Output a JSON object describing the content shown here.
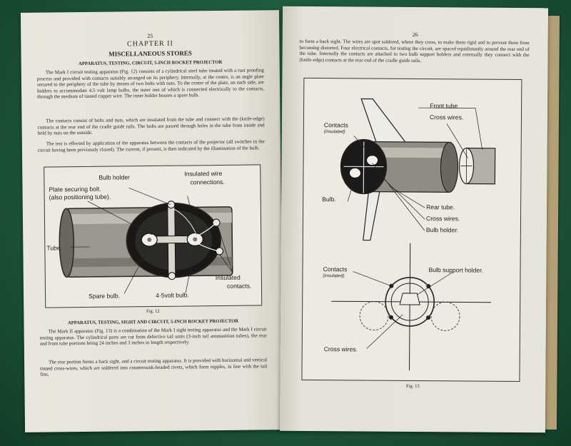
{
  "left_page": {
    "page_number": "25",
    "chapter": "CHAPTER II",
    "heading": "MISCELLANEOUS STORES",
    "subheading1": "APPARATUS, TESTING, CIRCUIT, 5-INCH ROCKET PROJECTOR",
    "paragraphs1": [
      "The Mark I circuit testing apparatus (Fig. 12) consists of a cylindrical steel tube treated with a rust proofing process and provided with contacts suitably arranged on its periphery. Internally, at the centre, is an angle plate secured to the periphery of the tube by means of two bolts with nuts. To the centre of the plate, on each side, are holders to accommodate 4.5 volt lamp bulbs, the outer one of which is connected electrically to the contacts, through the medium of tinned copper wire. The inner holder houses a spare bulb.",
      "The contacts consist of bolts and nuts, which are insulated from the tube and connect with the (knife-edge) contacts at the rear end of the cradle guide rails. The bolts are passed through holes in the tube from inside and held by nuts on the outside.",
      "The test is effected by application of the apparatus between the contacts of the projector (all switches in the circuit having been previously closed). The current, if present, is then indicated by the illumination of the bulb."
    ],
    "figure": {
      "caption": "Fig. 12",
      "labels": {
        "bulb_holder": "Bulb holder",
        "insulated_wire": "Insulated wire",
        "connections": "connections.",
        "plate_bolt": "Plate securing bolt.",
        "plate_bolt2": "(also positioning tube).",
        "tube": "Tube.",
        "insulated": "Insulated",
        "contacts": "contacts.",
        "spare_bulb": "Spare bulb.",
        "volt_bulb": "4·5volt bulb."
      }
    },
    "subheading2": "APPARATUS, TESTING, SIGHT AND CIRCUIT, 5-INCH ROCKET PROJECTOR",
    "paragraphs2": [
      "The Mark II apparatus (Fig. 13) is a combination of the Mark I sight testing apparatus and the Mark I circuit testing apparatus. The cylindrical parts are cut from defective tail units (3-inch tail ammunition tubes), the rear and front tube portions being 24 inches and 3 inches in length respectively.",
      "The rear portion forms a back sight, and a circuit testing apparatus. It is provided with horizontal and vertical tinned cross-wires, which are soldered into countersunk-headed rivets, which form nipples, in line with the tail fins,"
    ]
  },
  "right_page": {
    "page_number": "26",
    "paragraph": "to form a back sight. The wires are spot soldered, where they cross, to make them rigid and to prevent them from becoming distorted. Four electrical contacts, for testing the circuit, are spaced equidistantly around the rear end of the tube. Internally the contacts are attached to two bulb support holders and externally they connect with the (knife-edge) contacts at the rear end of the cradle guide rails.",
    "figure": {
      "caption": "Fig. 13",
      "labels": {
        "front_tube": "Front tube",
        "cross_wires_top": "Cross wires.",
        "contacts_top": "Contacts",
        "insulated_top": "(insulated)",
        "bulb": "Bulb.",
        "rear_tube": "Rear tube.",
        "cross_wires_mid": "Cross wires.",
        "bulb_holder": "Bulb holder.",
        "contacts_bottom": "Contacts",
        "insulated_bottom": "(insulated).",
        "bulb_support_holder": "Bulb support holder.",
        "cross_wires_bottom": "Cross wires."
      }
    }
  }
}
